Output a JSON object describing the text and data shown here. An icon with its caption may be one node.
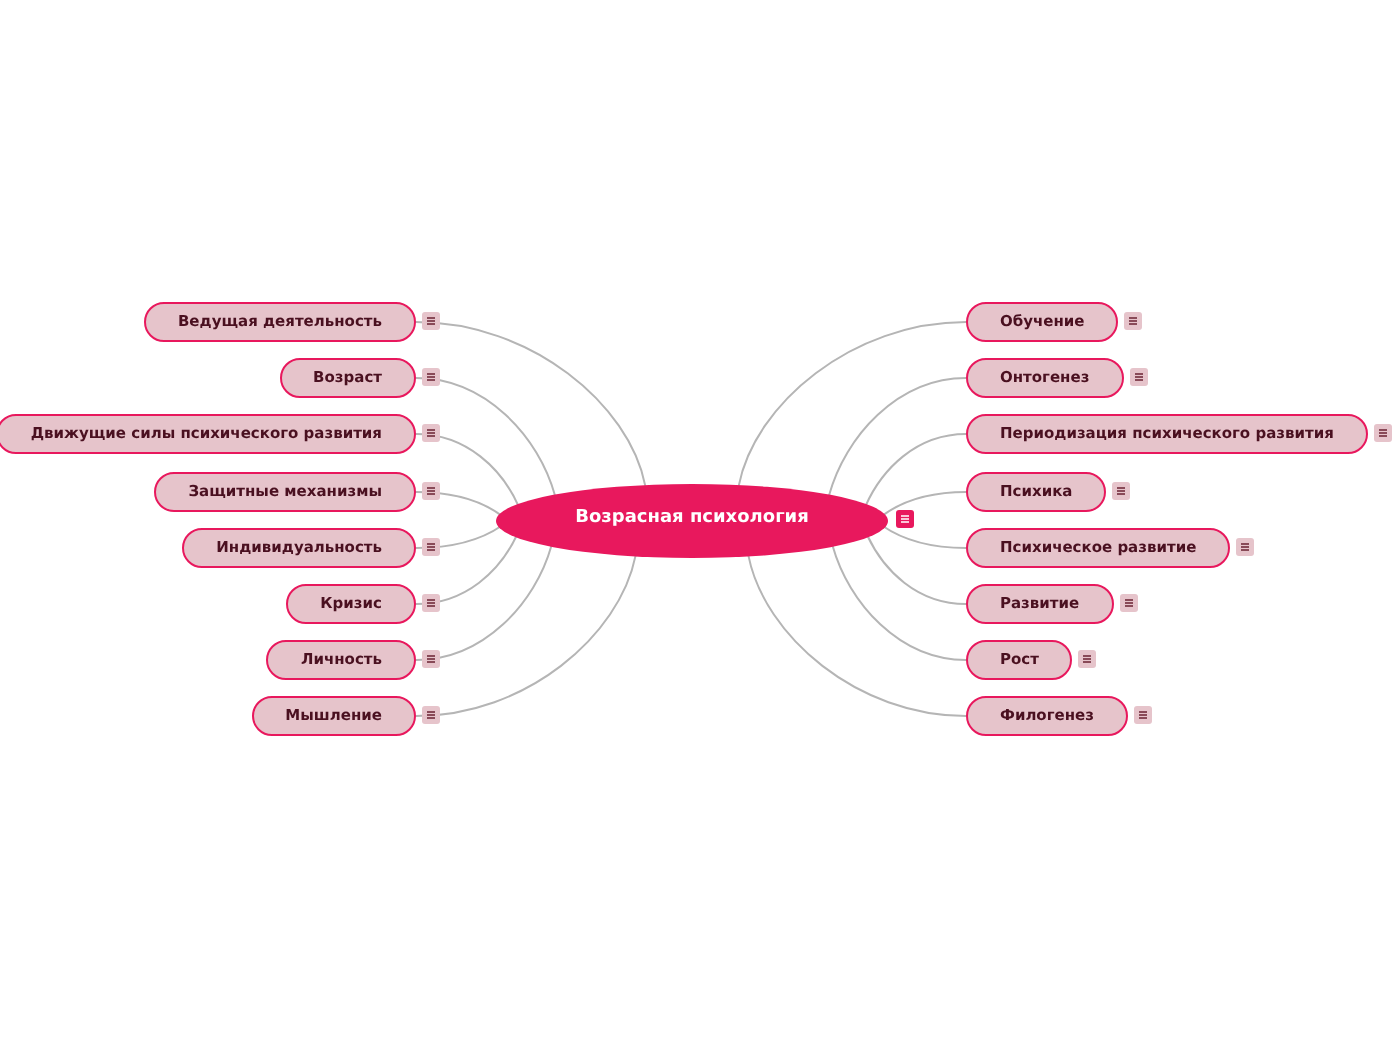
{
  "diagram": {
    "nodes": [
      {
        "text": [
          "Возрасная психология"
        ]
      },
      {
        "text": [
          "Ведущая деятельность"
        ]
      },
      {
        "text": [
          "Возраст"
        ]
      },
      {
        "text": [
          "Движущие силы психического развития"
        ]
      },
      {
        "text": [
          "Защитные механизмы"
        ]
      },
      {
        "text": [
          "Индивидуальность"
        ]
      },
      {
        "text": [
          "Кризис"
        ]
      },
      {
        "text": [
          "Личность"
        ]
      },
      {
        "text": [
          "Мышление"
        ]
      },
      {
        "text": [
          "Обучение"
        ]
      },
      {
        "text": [
          "Онтогенез"
        ]
      },
      {
        "text": [
          "Периодизация психического развития"
        ]
      },
      {
        "text": [
          "Психика"
        ]
      },
      {
        "text": [
          "Психическое развитие"
        ]
      },
      {
        "text": [
          "Развитие"
        ]
      },
      {
        "text": [
          "Рост"
        ]
      },
      {
        "text": [
          "Филогенез"
        ]
      }
    ],
    "edges": [
      {
        "from": 0,
        "to": 1,
        "arrow": "none"
      },
      {
        "from": 0,
        "to": 2,
        "arrow": "none"
      },
      {
        "from": 0,
        "to": 3,
        "arrow": "none"
      },
      {
        "from": 0,
        "to": 4,
        "arrow": "none"
      },
      {
        "from": 0,
        "to": 5,
        "arrow": "none"
      },
      {
        "from": 0,
        "to": 6,
        "arrow": "none"
      },
      {
        "from": 0,
        "to": 7,
        "arrow": "none"
      },
      {
        "from": 0,
        "to": 8,
        "arrow": "none"
      },
      {
        "from": 0,
        "to": 9,
        "arrow": "none"
      },
      {
        "from": 0,
        "to": 10,
        "arrow": "none"
      },
      {
        "from": 0,
        "to": 11,
        "arrow": "none"
      },
      {
        "from": 0,
        "to": 12,
        "arrow": "none"
      },
      {
        "from": 0,
        "to": 13,
        "arrow": "none"
      },
      {
        "from": 0,
        "to": 14,
        "arrow": "none"
      },
      {
        "from": 0,
        "to": 15,
        "arrow": "none"
      },
      {
        "from": 0,
        "to": 16,
        "arrow": "none"
      }
    ]
  }
}
